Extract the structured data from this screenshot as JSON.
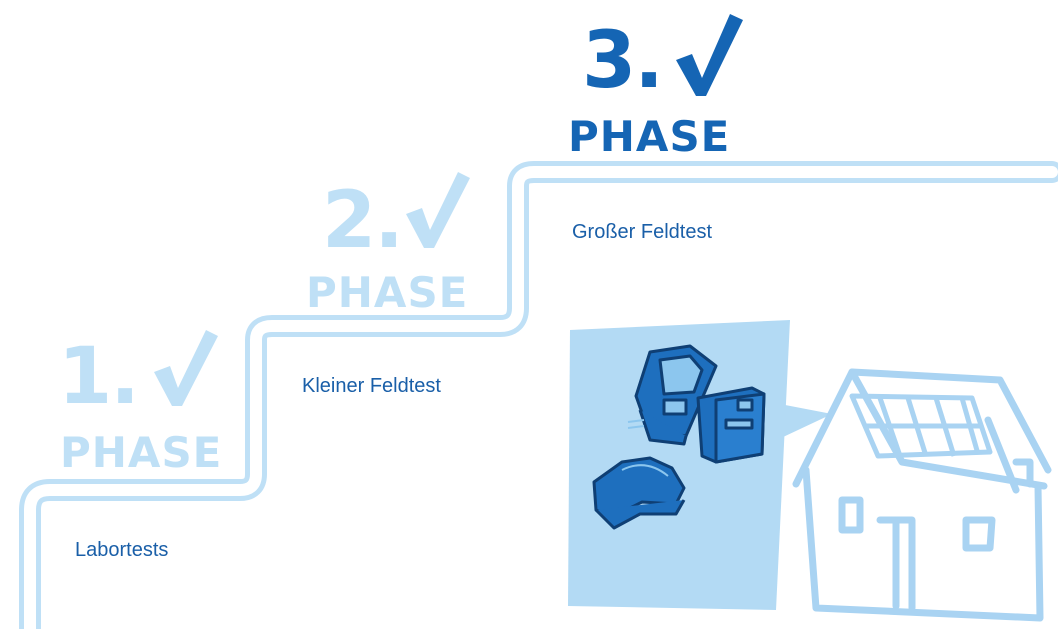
{
  "colors": {
    "light_blue": "#bfe0f6",
    "dark_blue": "#1565b4",
    "label_blue": "#1a5fa8",
    "panel_blue": "#b3daf4",
    "outline_blue": "#a9d3f2"
  },
  "phases": [
    {
      "number": "1.",
      "word": "PHASE",
      "label": "Labortests",
      "completed": true,
      "check_icon": "check-icon"
    },
    {
      "number": "2.",
      "word": "PHASE",
      "label": "Kleiner Feldtest",
      "completed": true,
      "check_icon": "check-icon"
    },
    {
      "number": "3.",
      "word": "PHASE",
      "label": "Großer Feldtest",
      "completed": true,
      "check_icon": "check-icon"
    }
  ],
  "illustration": {
    "icons": [
      "smart-meter-icon",
      "gateway-box-icon",
      "meter-module-icon",
      "house-with-solar-panels-icon"
    ]
  }
}
